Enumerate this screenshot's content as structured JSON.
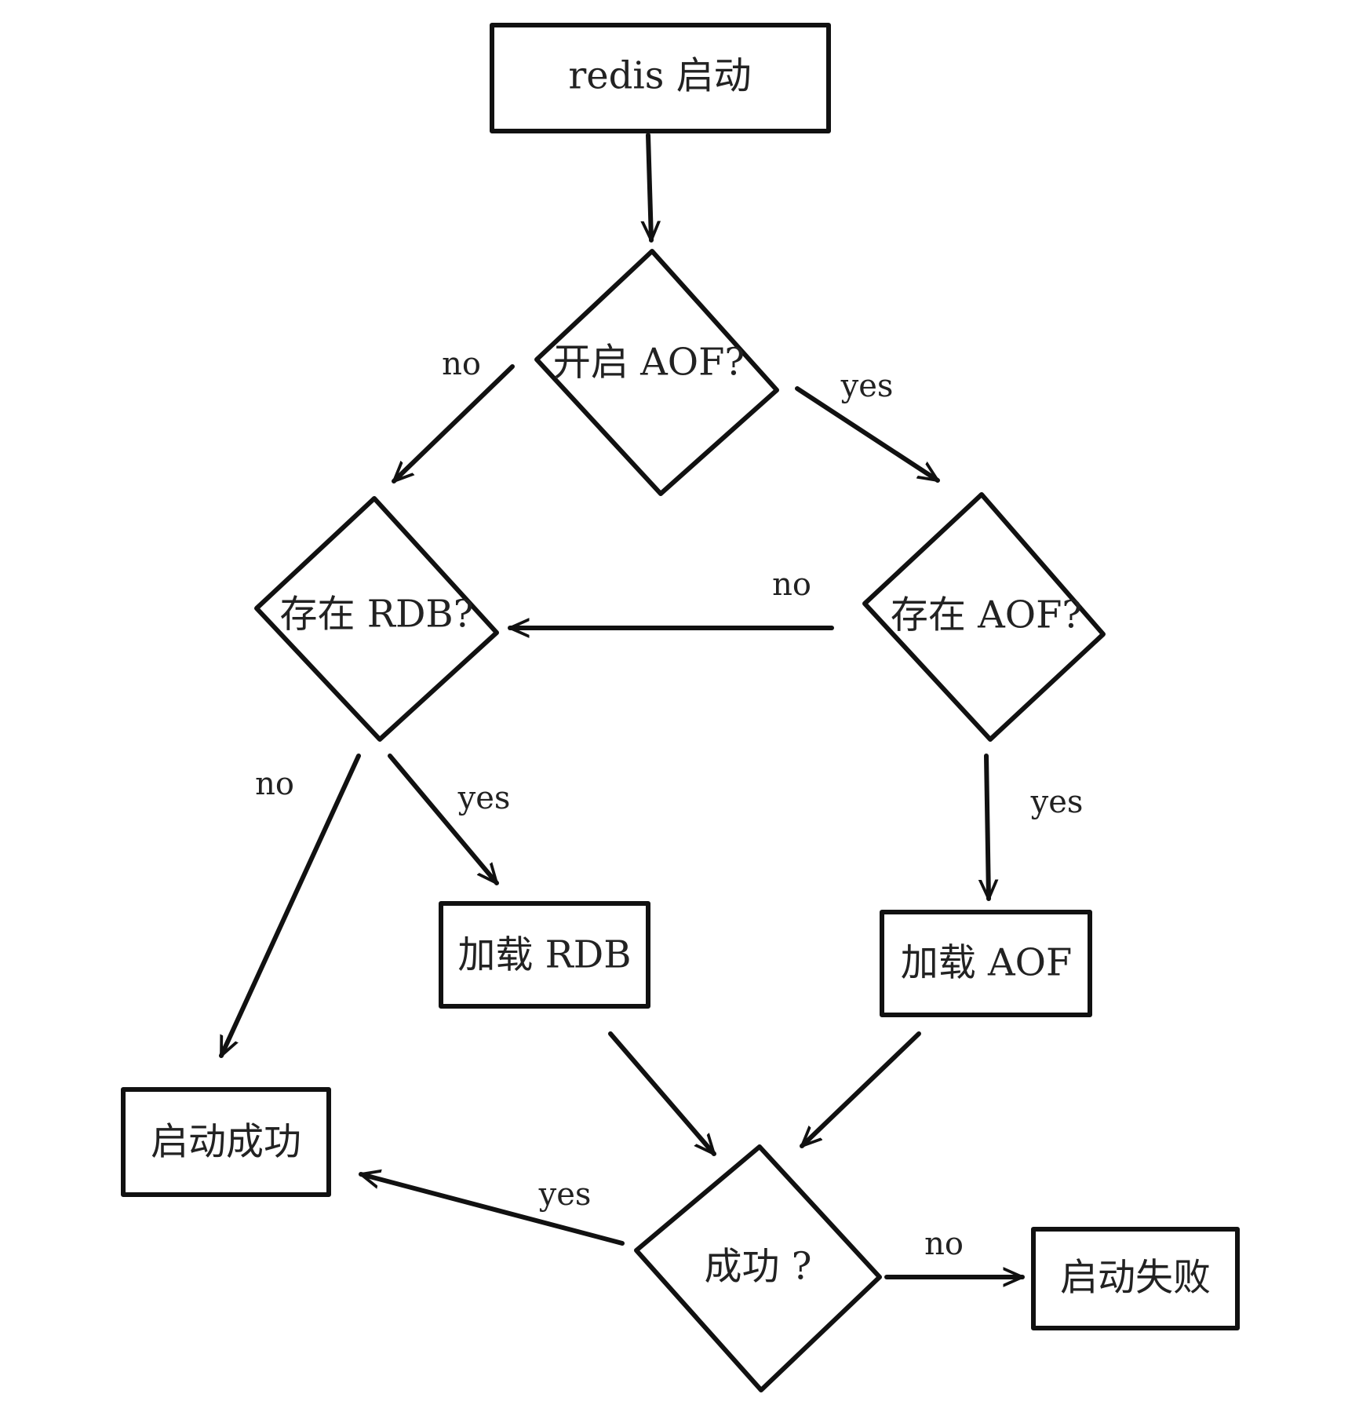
{
  "nodes": {
    "start": {
      "label": "redis 启动"
    },
    "aof_enabled": {
      "label": "开启 AOF?"
    },
    "rdb_exists": {
      "label": "存在 RDB?"
    },
    "aof_exists": {
      "label": "存在 AOF?"
    },
    "load_rdb": {
      "label": "加载 RDB"
    },
    "load_aof": {
      "label": "加载 AOF"
    },
    "start_success": {
      "label": "启动成功"
    },
    "success_check": {
      "label": "成功 ?"
    },
    "start_fail": {
      "label": "启动失败"
    }
  },
  "edges": {
    "aof_enabled_to_rdb_exists": "no",
    "aof_enabled_to_aof_exists": "yes",
    "aof_exists_to_rdb_exists": "no",
    "rdb_exists_to_start_success": "no",
    "rdb_exists_to_load_rdb": "yes",
    "aof_exists_to_load_aof": "yes",
    "success_check_to_start_success": "yes",
    "success_check_to_start_fail": "no"
  },
  "colors": {
    "stroke": "#111111",
    "text": "#222222",
    "background": "#ffffff"
  }
}
